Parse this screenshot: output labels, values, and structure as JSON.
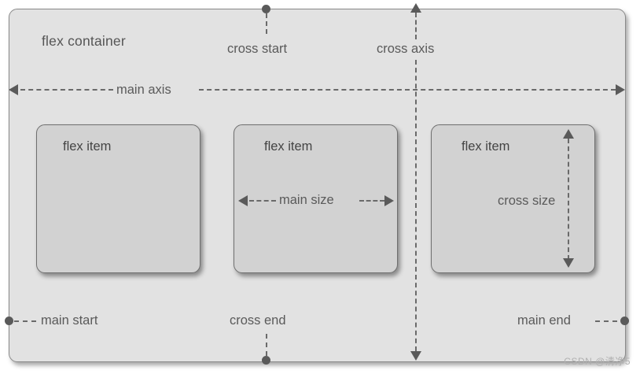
{
  "diagram": {
    "title": "CSS Flexbox axes and sizing diagram",
    "container": {
      "label": "flex container"
    },
    "items": [
      {
        "label": "flex item",
        "annotation": null
      },
      {
        "label": "flex item",
        "annotation": "main size"
      },
      {
        "label": "flex item",
        "annotation": "cross size"
      }
    ],
    "axes": {
      "main_axis_label": "main axis",
      "cross_axis_label": "cross axis",
      "main_start_label": "main start",
      "main_end_label": "main end",
      "cross_start_label": "cross start",
      "cross_end_label": "cross end"
    },
    "colors": {
      "container_fill": "#e2e2e2",
      "container_border": "#8a8a8a",
      "item_fill": "#d2d2d2",
      "item_border": "#6f6f6f",
      "line": "#6a6a6a",
      "text": "#5a5a5a",
      "page_background": "#ffffff"
    }
  },
  "watermark": {
    "text": "CSDN @清净5"
  }
}
